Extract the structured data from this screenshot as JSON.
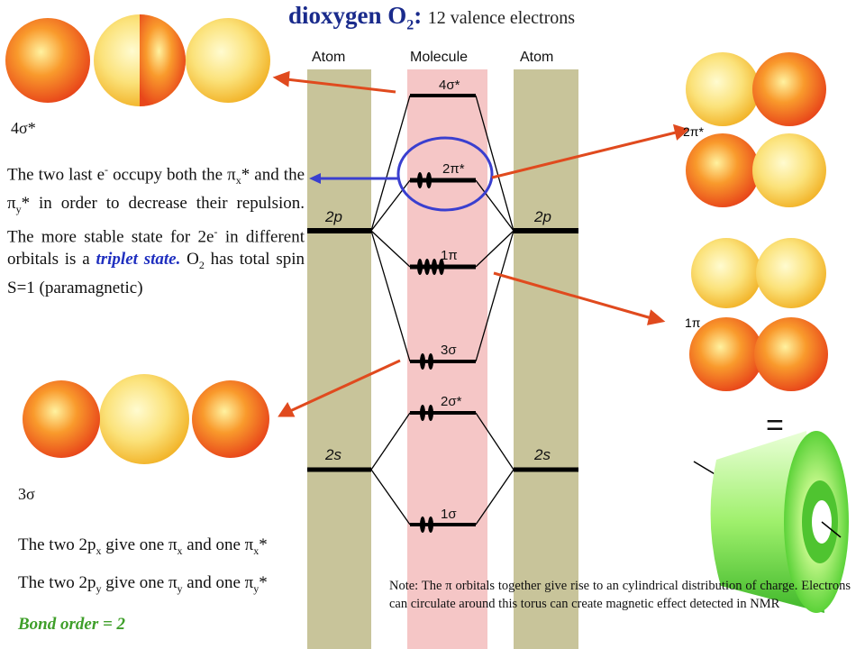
{
  "title": {
    "main": "dioxygen O",
    "sub": "2",
    "colon": ":",
    "rest": "12 valence electrons"
  },
  "diagram": {
    "headers": {
      "atom_left": "Atom",
      "molecule": "Molecule",
      "atom_right": "Atom"
    },
    "atomic_levels": {
      "p": "2p",
      "s": "2s"
    },
    "mo_levels": [
      "4σ*",
      "2π*",
      "1π",
      "3σ",
      "2σ*",
      "1σ"
    ]
  },
  "orbital_labels": {
    "sigma4": "4σ*",
    "sigma3": "3σ",
    "pi2": "2π*",
    "pi1": "1π"
  },
  "paragraph": {
    "t1": "The two last e",
    "sup1": "-",
    "t2": " occupy both the π",
    "sub1": "x",
    "t3": "* and the π",
    "sub2": "y",
    "t4": "* in order to decrease their repulsion. The more stable state for 2e",
    "sup2": "-",
    "t5": " in different orbitals is a ",
    "em": "triplet state.",
    "t6": " O",
    "sub3": "2",
    "t7": " has total spin S=1 (paramagnetic)"
  },
  "equations": {
    "line1": {
      "a": "The two 2p",
      "s1": "x",
      "b": " give one π",
      "s2": "x",
      "c": "  and one π",
      "s3": "x",
      "d": "*"
    },
    "line2": {
      "a": "The two 2p",
      "s1": "y",
      "b": " give one π",
      "s2": "y",
      "c": "  and one π",
      "s3": "y",
      "d": "*"
    }
  },
  "bond_order": "Bond order = 2",
  "note": "Note: The  π  orbitals together give rise to an cylindrical distribution of charge. Electrons can circulate around this torus can create magnetic effect detected in NMR",
  "equals_sign": "=",
  "colors": {
    "title": "#1a2b8c",
    "triplet": "#1f2fbf",
    "bond_order": "#3f9f2a",
    "arrow": "#e04a1e",
    "circle": "#3a3fcf",
    "atom_column": "#c8c49a",
    "molecule_column": "#f5c6c6"
  }
}
